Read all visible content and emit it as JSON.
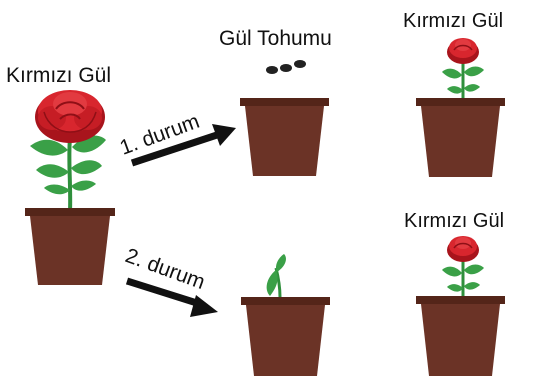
{
  "labels": {
    "parent_rose": "Kırmızı Gül",
    "seed": "Gül Tohumu",
    "result_top": "Kırmızı Gül",
    "result_bottom": "Kırmızı Gül"
  },
  "arrows": {
    "case1": "1. durum",
    "case2": "2. durum"
  },
  "icons": [
    "rose-icon",
    "flower-pot-icon",
    "seed-icon",
    "sprout-icon",
    "arrow-icon"
  ],
  "colors": {
    "pot": "#6b3326",
    "pot_rim": "#542519",
    "petal": "#d8262e",
    "petal_dark": "#a8141c",
    "leaf": "#3aa047",
    "stem": "#2f8f3c",
    "seed": "#222222",
    "arrow": "#111111"
  }
}
